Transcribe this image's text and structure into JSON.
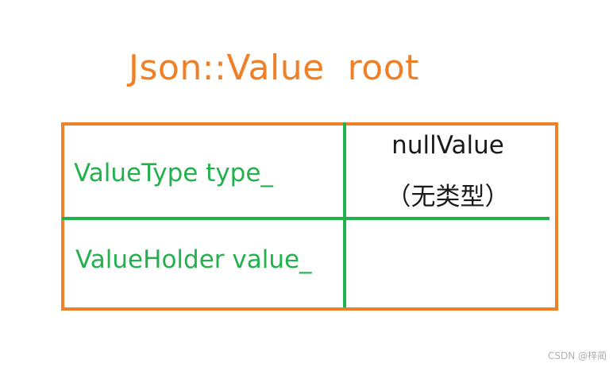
{
  "title": "Json::Value  root",
  "fields": {
    "type_label": "ValueType type_",
    "type_value": "nullValue",
    "type_note": "（无类型）",
    "value_label": "ValueHolder value_",
    "value_value": ""
  },
  "watermark": "CSDN @梓蔺",
  "colors": {
    "title": "#f08028",
    "box_border": "#f08028",
    "dividers": "#22b14c",
    "field_labels": "#22b14c",
    "cell_text": "#1a1a1a"
  }
}
